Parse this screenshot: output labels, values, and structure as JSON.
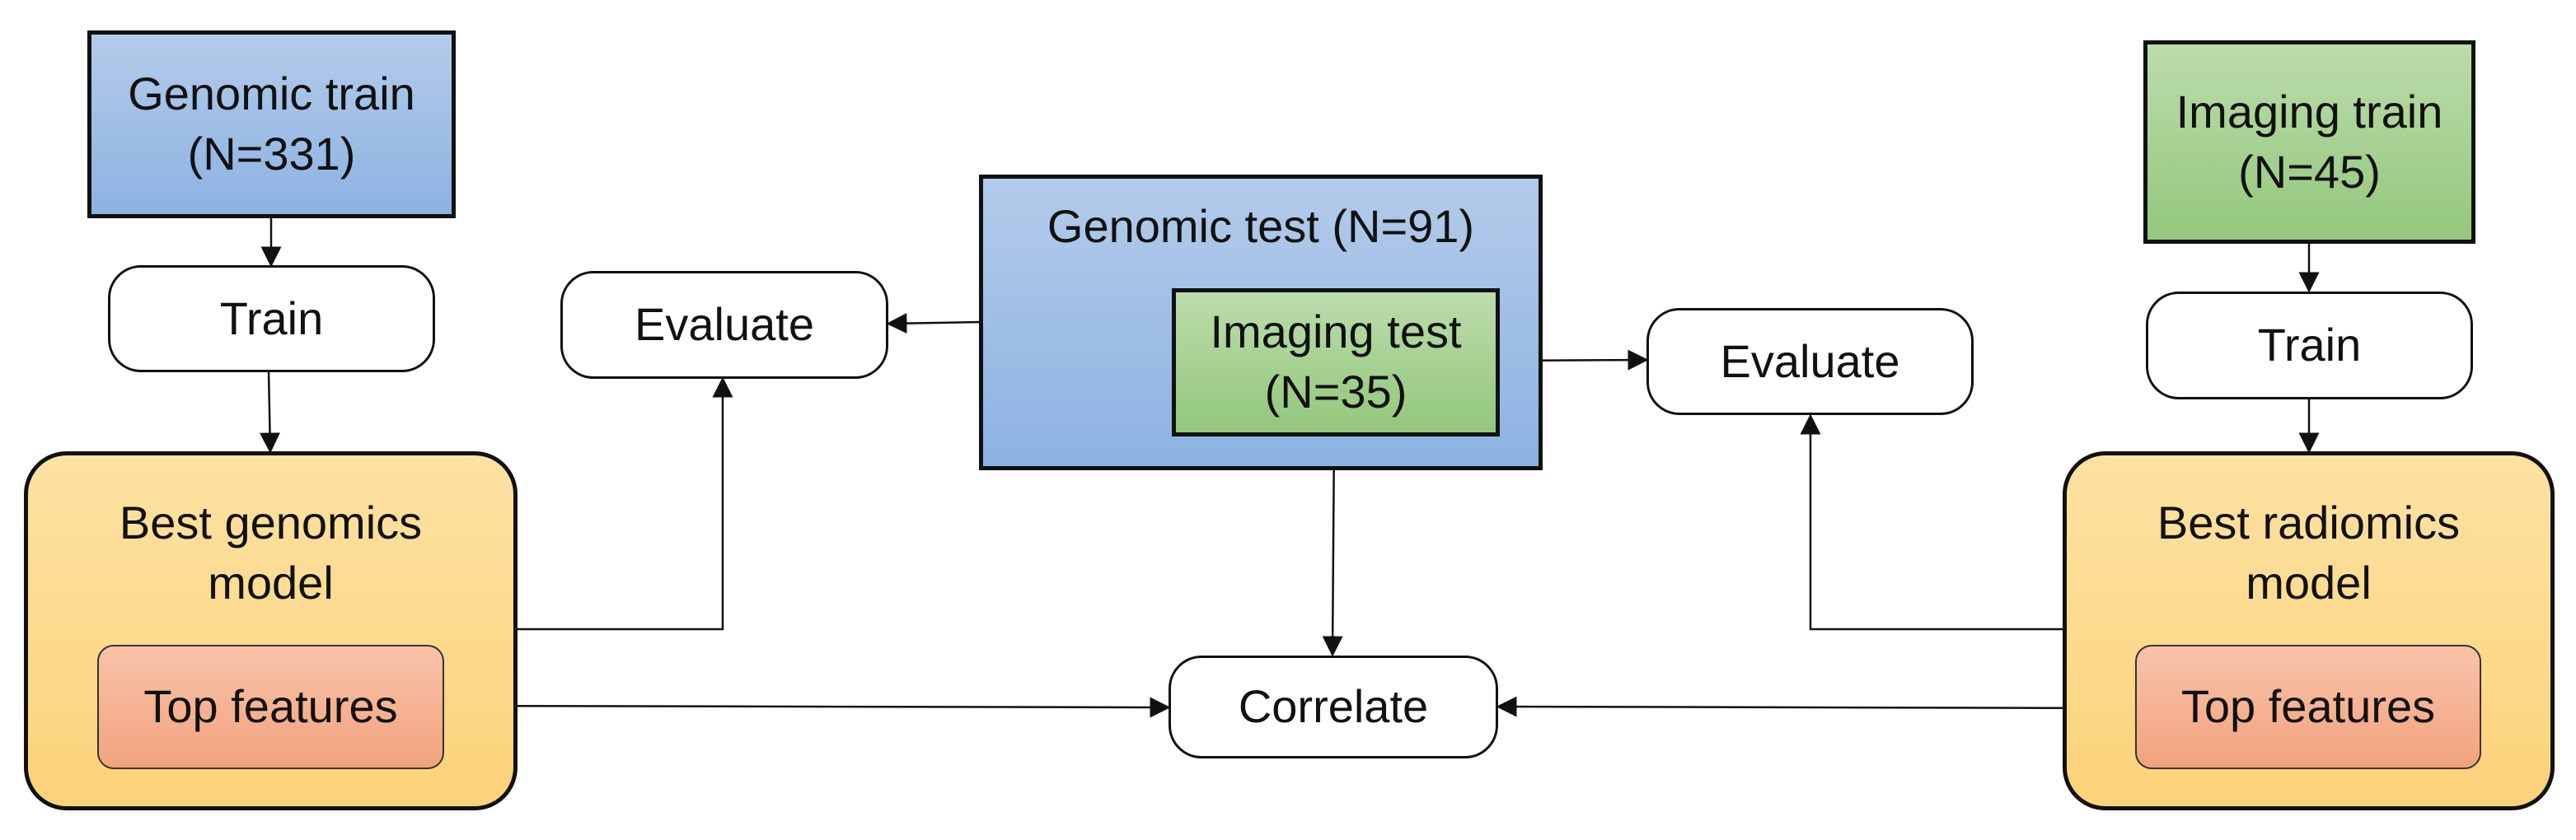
{
  "nodes": {
    "genomic_train": {
      "line1": "Genomic train",
      "line2": "(N=331)"
    },
    "train_left": {
      "label": "Train"
    },
    "best_genomics": {
      "line1": "Best genomics",
      "line2": "model"
    },
    "top_features_left": {
      "label": "Top features"
    },
    "evaluate_left": {
      "label": "Evaluate"
    },
    "genomic_test": {
      "label": "Genomic test (N=91)"
    },
    "imaging_test": {
      "line1": "Imaging test",
      "line2": "(N=35)"
    },
    "evaluate_right": {
      "label": "Evaluate"
    },
    "correlate": {
      "label": "Correlate"
    },
    "imaging_train": {
      "line1": "Imaging train",
      "line2": "(N=45)"
    },
    "train_right": {
      "label": "Train"
    },
    "best_radiomics": {
      "line1": "Best radiomics",
      "line2": "model"
    },
    "top_features_right": {
      "label": "Top features"
    }
  },
  "edges": [
    {
      "from": "genomic_train",
      "to": "train_left"
    },
    {
      "from": "train_left",
      "to": "best_genomics"
    },
    {
      "from": "best_genomics",
      "to": "evaluate_left"
    },
    {
      "from": "genomic_test",
      "to": "evaluate_left"
    },
    {
      "from": "imaging_test",
      "to": "evaluate_right"
    },
    {
      "from": "imaging_test",
      "to": "correlate"
    },
    {
      "from": "top_features_left",
      "to": "correlate"
    },
    {
      "from": "top_features_right",
      "to": "correlate"
    },
    {
      "from": "best_radiomics",
      "to": "evaluate_right"
    },
    {
      "from": "imaging_train",
      "to": "train_right"
    },
    {
      "from": "train_right",
      "to": "best_radiomics"
    }
  ],
  "colors": {
    "genomic": "#9dbde6",
    "imaging": "#a6d18f",
    "model": "#fcd88a",
    "features": "#f4ad8c",
    "outline": "#111111"
  }
}
